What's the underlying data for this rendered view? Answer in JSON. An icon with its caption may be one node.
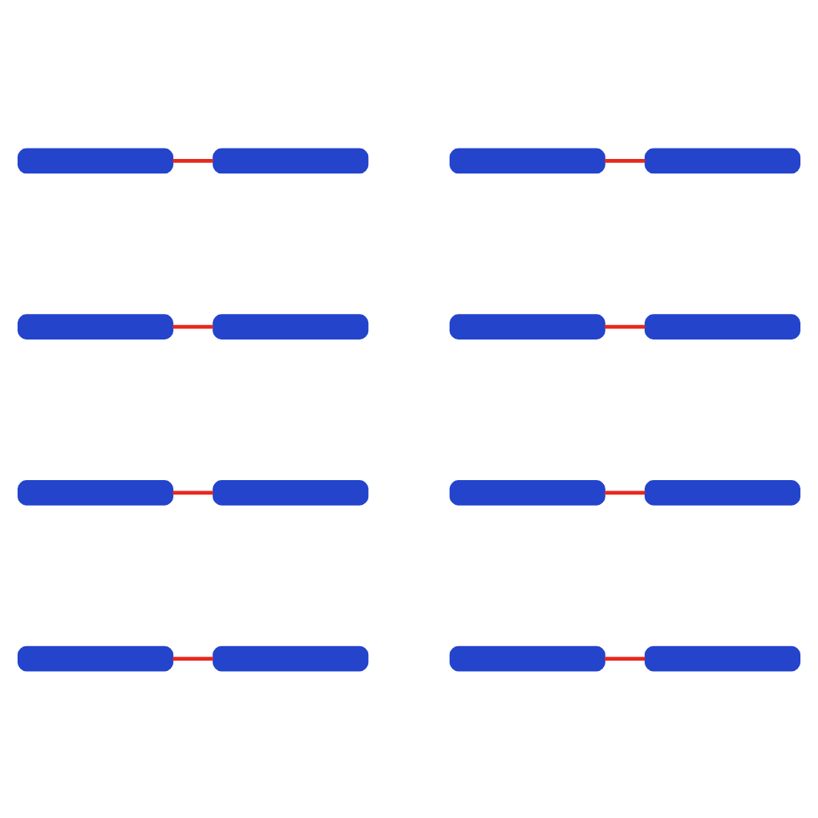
{
  "diagram": {
    "nodes": [
      {
        "text": [],
        "shape": "bar"
      },
      {
        "text": [],
        "shape": "bar"
      },
      {
        "text": [],
        "shape": "bar"
      },
      {
        "text": [],
        "shape": "bar"
      },
      {
        "text": [],
        "shape": "bar"
      },
      {
        "text": [],
        "shape": "bar"
      },
      {
        "text": [],
        "shape": "bar"
      },
      {
        "text": [],
        "shape": "bar"
      },
      {
        "text": [],
        "shape": "bar"
      },
      {
        "text": [],
        "shape": "bar"
      },
      {
        "text": [],
        "shape": "bar"
      },
      {
        "text": [],
        "shape": "bar"
      },
      {
        "text": [],
        "shape": "bar"
      },
      {
        "text": [],
        "shape": "bar"
      },
      {
        "text": [],
        "shape": "bar"
      },
      {
        "text": [],
        "shape": "bar"
      }
    ],
    "edges": [
      {
        "from": 0,
        "to": 1,
        "arrow": "none"
      },
      {
        "from": 2,
        "to": 3,
        "arrow": "none"
      },
      {
        "from": 4,
        "to": 5,
        "arrow": "none"
      },
      {
        "from": 6,
        "to": 7,
        "arrow": "none"
      },
      {
        "from": 8,
        "to": 9,
        "arrow": "none"
      },
      {
        "from": 10,
        "to": 11,
        "arrow": "none"
      },
      {
        "from": 12,
        "to": 13,
        "arrow": "none"
      },
      {
        "from": 14,
        "to": 15,
        "arrow": "none"
      }
    ]
  }
}
